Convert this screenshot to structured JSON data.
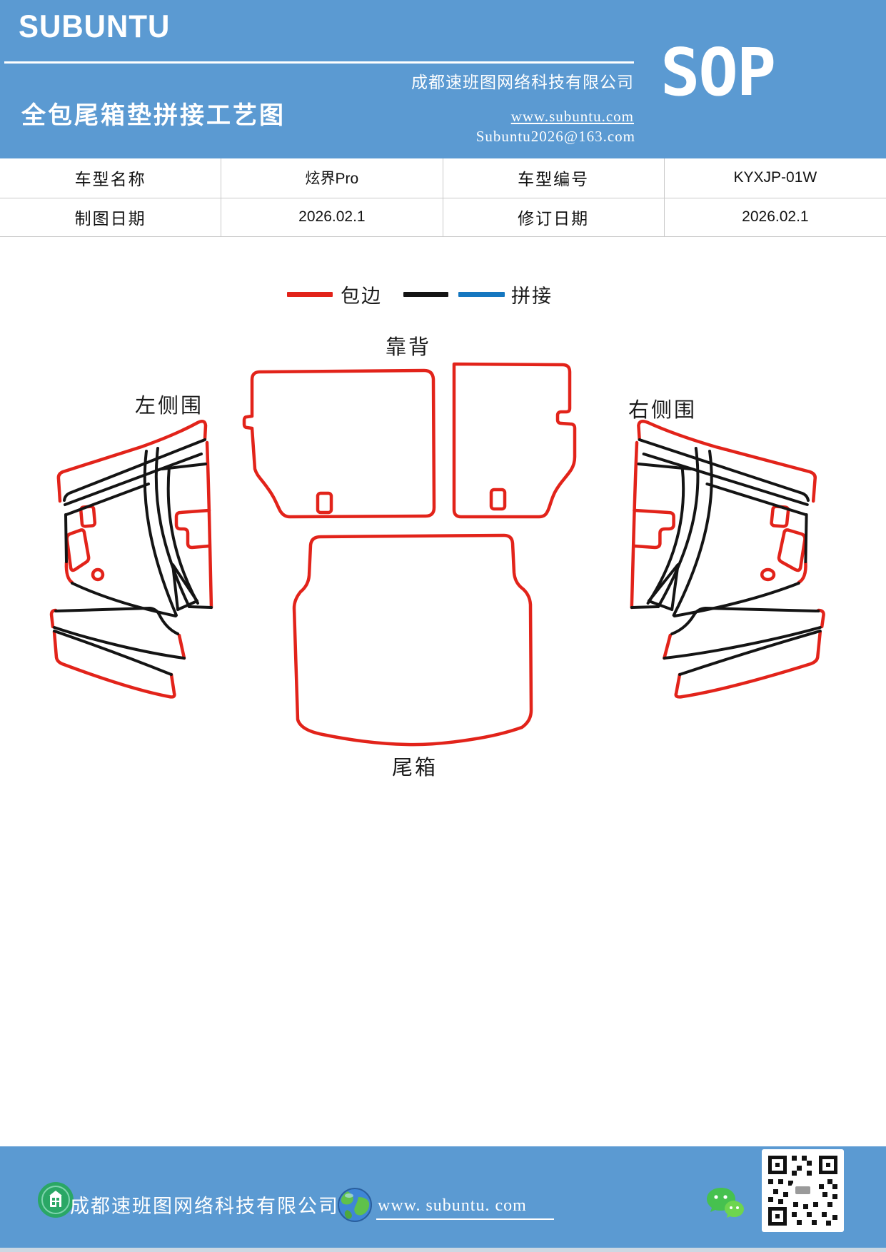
{
  "header": {
    "logo": "SUBUNTU",
    "company": "成都速班图网络科技有限公司",
    "title": "全包尾箱垫拼接工艺图",
    "website": "www.subuntu.com",
    "email": "Subuntu2026@163.com",
    "badge": "SOP",
    "bg_color": "#5b9ad2"
  },
  "info_table": {
    "rows": [
      [
        "车型名称",
        "炫界Pro",
        "车型编号",
        "KYXJP-01W"
      ],
      [
        "制图日期",
        "2026.02.1",
        "修订日期",
        "2026.02.1"
      ]
    ]
  },
  "legend": {
    "edge_label": "包边",
    "splice_label": "拼接",
    "edge_color": "#e2231a",
    "splice_line_color": "#141414",
    "splice_alt_color": "#1577c0"
  },
  "diagram": {
    "labels": {
      "backrest": "靠背",
      "left_side": "左侧围",
      "right_side": "右侧围",
      "trunk": "尾箱"
    },
    "edge_color": "#e2231a",
    "splice_color": "#141414"
  },
  "footer": {
    "company": "成都速班图网络科技有限公司",
    "website": "www. subuntu. com",
    "bg_color": "#5b9ad2",
    "icons": [
      "building-icon",
      "globe-icon",
      "wechat-icon",
      "qr-code"
    ]
  }
}
